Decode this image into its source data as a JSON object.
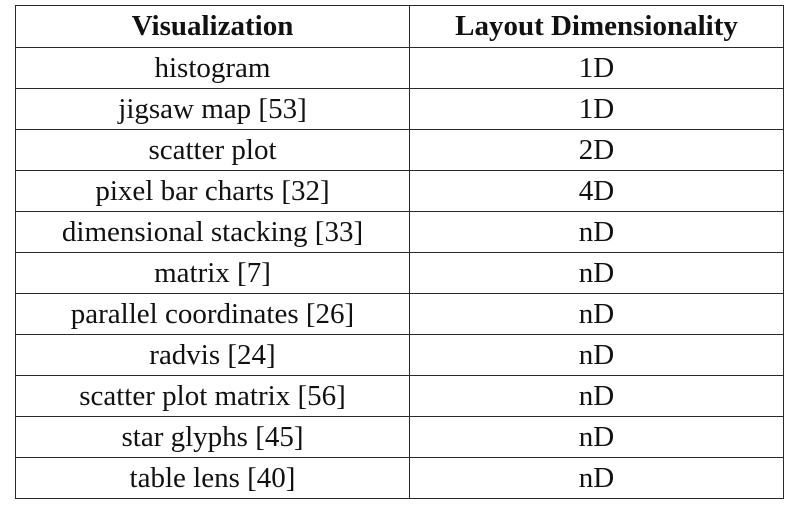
{
  "table": {
    "headers": [
      "Visualization",
      "Layout Dimensionality"
    ],
    "rows": [
      [
        "histogram",
        "1D"
      ],
      [
        "jigsaw map [53]",
        "1D"
      ],
      [
        "scatter plot",
        "2D"
      ],
      [
        "pixel bar charts [32]",
        "4D"
      ],
      [
        "dimensional stacking [33]",
        "nD"
      ],
      [
        "matrix [7]",
        "nD"
      ],
      [
        "parallel coordinates [26]",
        "nD"
      ],
      [
        "radvis [24]",
        "nD"
      ],
      [
        "scatter plot matrix [56]",
        "nD"
      ],
      [
        "star glyphs [45]",
        "nD"
      ],
      [
        "table lens [40]",
        "nD"
      ]
    ]
  }
}
